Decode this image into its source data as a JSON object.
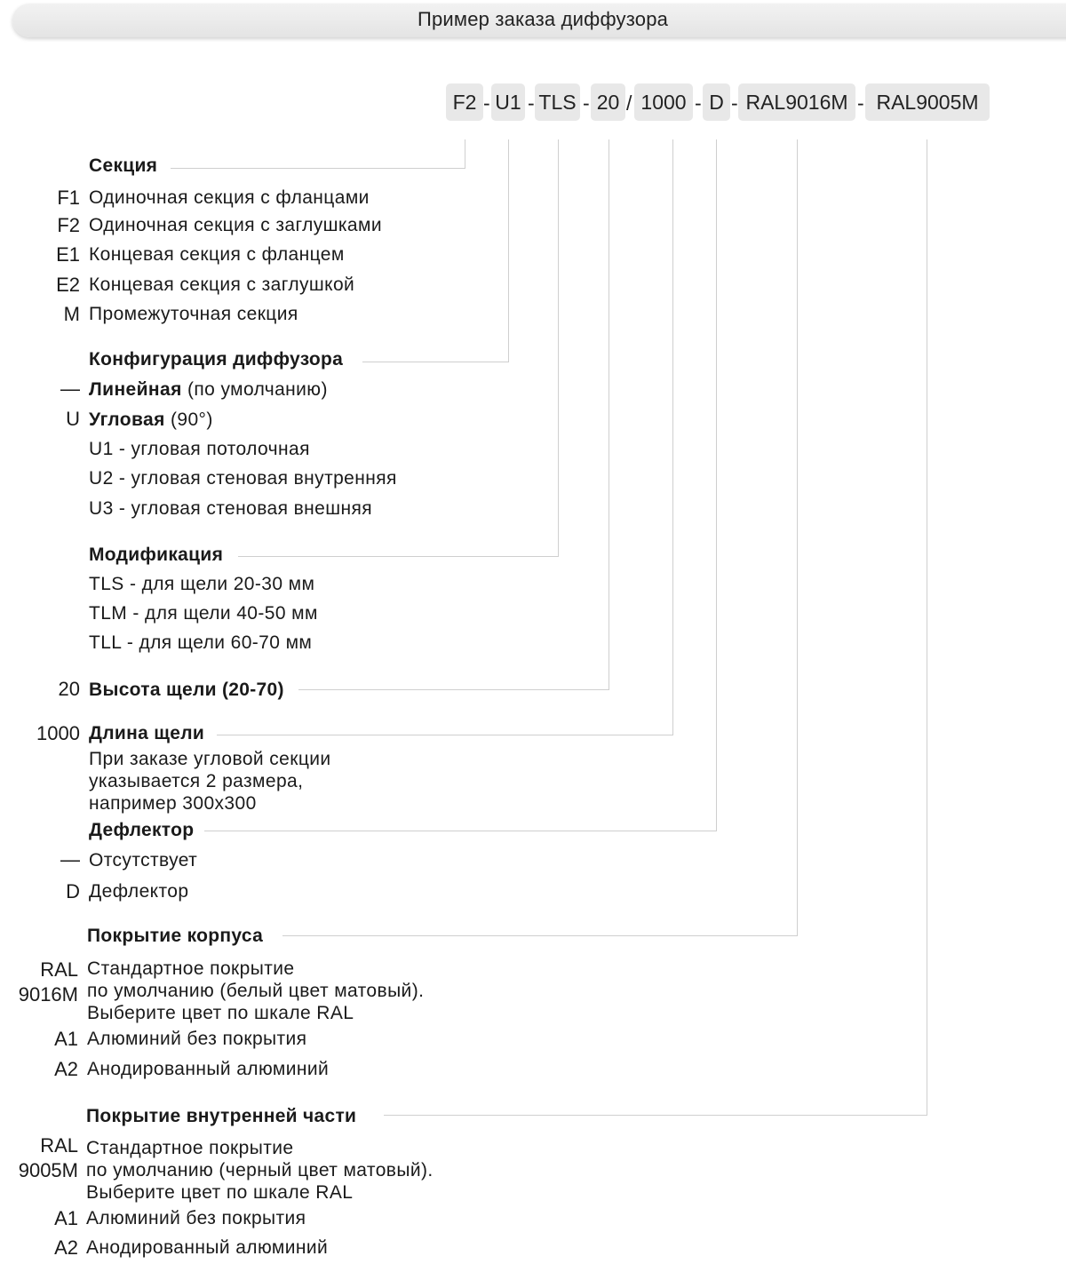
{
  "header": {
    "title": "Пример заказа диффузора"
  },
  "code": {
    "parts": [
      "F2",
      "U1",
      "TLS",
      "20",
      "1000",
      "D",
      "RAL9016M",
      "RAL9005M"
    ],
    "separators": [
      "-",
      "-",
      "-",
      "/",
      "-",
      "-",
      "-"
    ]
  },
  "sections": {
    "section": {
      "title": "Секция",
      "options": [
        {
          "key": "F1",
          "text": "Одиночная секция с  фланцами"
        },
        {
          "key": "F2",
          "text": "Одиночная секция с заглушками"
        },
        {
          "key": "E1",
          "text": "Концевая секция с фланцем"
        },
        {
          "key": "E2",
          "text": "Концевая секция с заглушкой"
        },
        {
          "key": "M",
          "text": "Промежуточная секция"
        }
      ]
    },
    "config": {
      "title": "Конфигурация диффузора",
      "linear_key": "—",
      "linear_bold": "Линейная",
      "linear_rest": " (по умолчанию)",
      "angular_key": "U",
      "angular_bold": "Угловая",
      "angular_rest": " (90°)",
      "sub": [
        "U1 - угловая потолочная",
        "U2 - угловая стеновая внутренняя",
        "U3 - угловая стеновая внешняя"
      ]
    },
    "modification": {
      "title": "Модификация",
      "options": [
        "TLS -  для щели 20-30 мм",
        "TLM -  для щели 40-50 мм",
        "TLL -  для щели 60-70 мм"
      ]
    },
    "height": {
      "key": "20",
      "title": "Высота щели (20-70)"
    },
    "length": {
      "key": "1000",
      "title": "Длина щели",
      "note": [
        "При заказе угловой секции",
        "указывается 2 размера,",
        "например 300х300"
      ]
    },
    "deflector": {
      "title": "Дефлектор",
      "options": [
        {
          "key": "—",
          "text": "Отсутствует"
        },
        {
          "key": "D",
          "text": "Дефлектор"
        }
      ]
    },
    "body_coating": {
      "title": "Покрытие корпуса",
      "ral_key": [
        "RAL",
        "9016M"
      ],
      "ral_text": [
        "Стандартное покрытие",
        "по умолчанию (белый цвет матовый).",
        "Выберите цвет по шкале RAL"
      ],
      "options": [
        {
          "key": "A1",
          "text": "Алюминий без покрытия"
        },
        {
          "key": "A2",
          "text": "Анодированный алюминий"
        }
      ]
    },
    "inner_coating": {
      "title": "Покрытие внутренней части",
      "ral_key": [
        "RAL",
        "9005M"
      ],
      "ral_text": [
        "Стандартное покрытие",
        "по умолчанию (черный цвет матовый).",
        "Выберите цвет по шкале RAL"
      ],
      "options": [
        {
          "key": "A1",
          "text": "Алюминий без покрытия"
        },
        {
          "key": "A2",
          "text": "Анодированный алюминий"
        }
      ]
    }
  }
}
